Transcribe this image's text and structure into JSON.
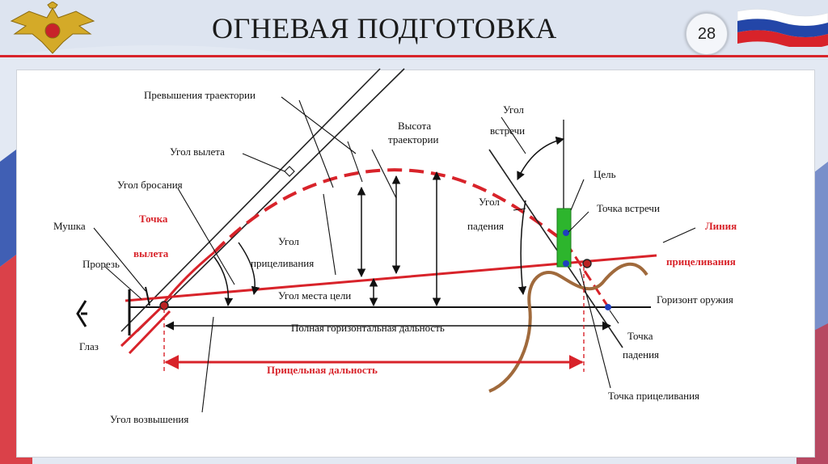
{
  "header": {
    "title": "ОГНЕВАЯ ПОДГОТОВКА",
    "page_number": "28"
  },
  "diagram": {
    "labels": {
      "prevysheniya": "Превышения траектории",
      "ugol_vyleta": "Угол вылета",
      "ugol_brosaniya": "Угол бросания",
      "mushka": "Мушка",
      "prorez": "Прорезь",
      "tochka_vyleta_1": "Точка",
      "tochka_vyleta_2": "вылета",
      "glaz": "Глаз",
      "ugol_vozvysheniya": "Угол возвышения",
      "vysota_1": "Высота",
      "vysota_2": "траектории",
      "ugol_pricel_1": "Угол",
      "ugol_pricel_2": "прицеливания",
      "ugol_mesta_celi": "Угол места цели",
      "polnaya_dalnost": "Полная горизонтальная дальность",
      "pricelnaya_dalnost": "Прицельная дальность",
      "ugol_vstrechi_1": "Угол",
      "ugol_vstrechi_2": "встречи",
      "cel": "Цель",
      "tochka_vstrechi": "Точка встречи",
      "ugol_padeniya_1": "Угол",
      "ugol_padeniya_2": "падения",
      "liniya_1": "Линия",
      "liniya_2": "прицеливания",
      "gorizont_oruzhiya": "Горизонт оружия",
      "tochka_padeniya_1": "Точка",
      "tochka_padeniya_2": "падения",
      "tochka_pricelivaniya": "Точка прицеливания"
    },
    "colors": {
      "accent_red": "#d8232a",
      "target_green": "#2db52d",
      "terrain_brown": "#a06a3c",
      "point_blue": "#1f3fbf"
    }
  }
}
